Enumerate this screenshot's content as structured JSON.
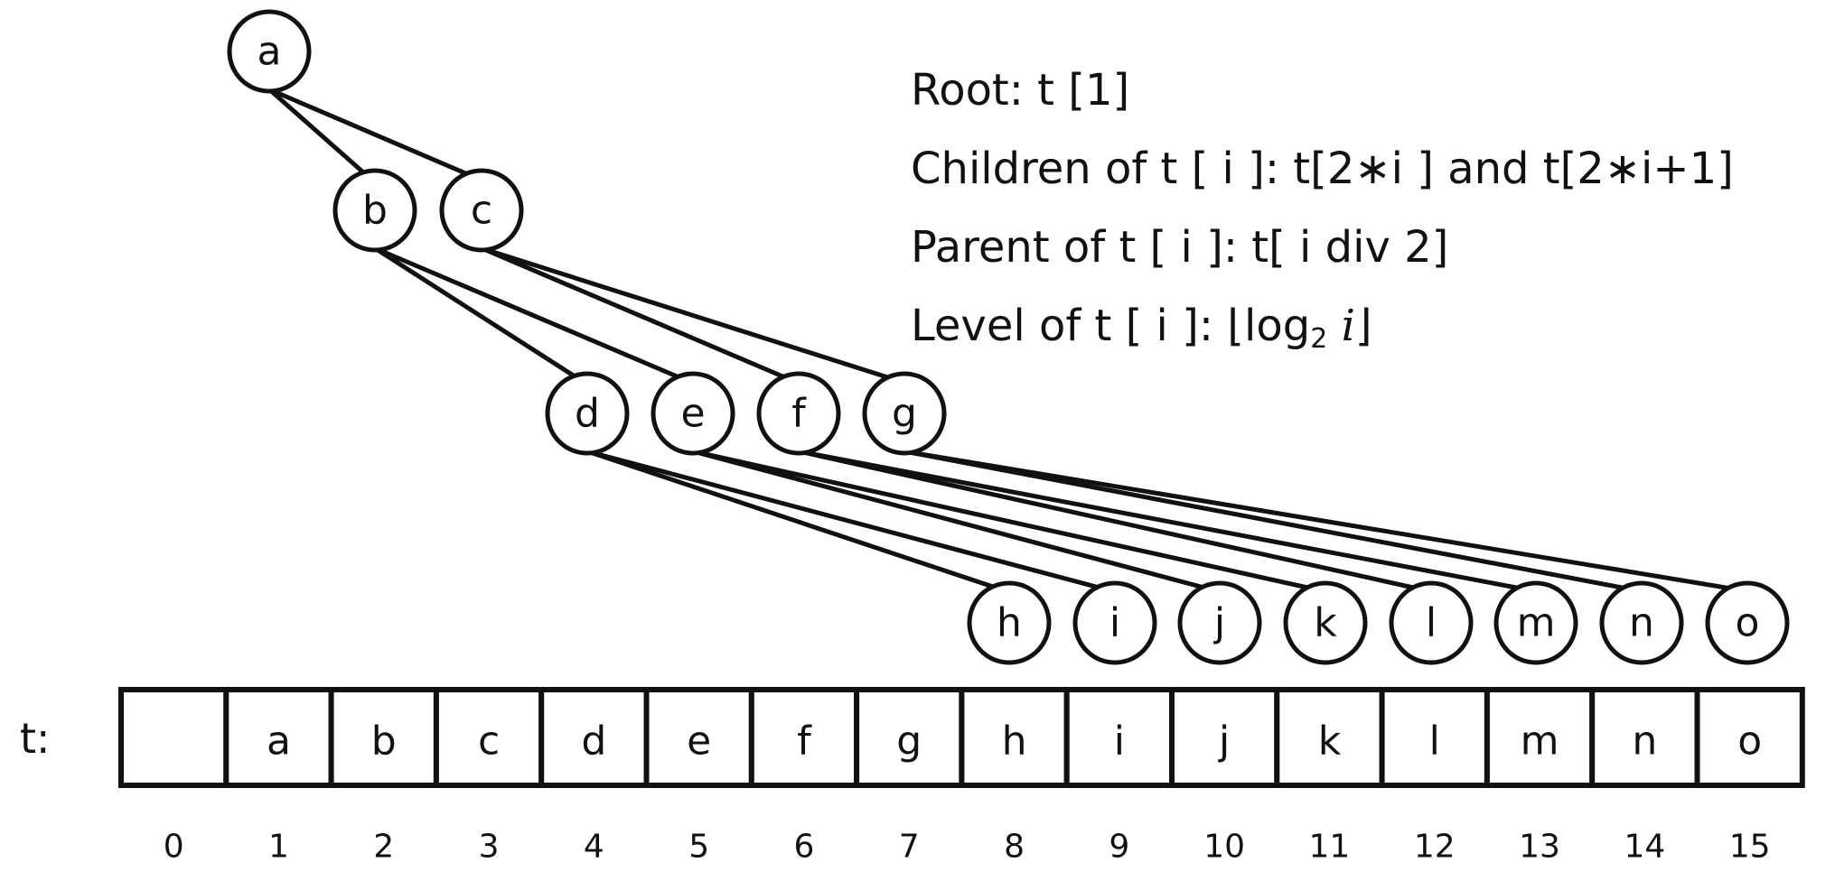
{
  "formulas": {
    "root": "Root:  t [1]",
    "children": "Children of t [ i ]:  t[2∗i ] and t[2∗i+1]",
    "parent": "Parent of t [ i ]:  t[ i  div  2]",
    "level_prefix": "Level of t [ i ]:  ⌊log",
    "level_sub": "2",
    "level_var": "i",
    "level_suffix": "⌋"
  },
  "tree": {
    "nodes": [
      "a",
      "b",
      "c",
      "d",
      "e",
      "f",
      "g",
      "h",
      "i",
      "j",
      "k",
      "l",
      "m",
      "n",
      "o"
    ]
  },
  "array": {
    "name": "t:",
    "cells": [
      "",
      "a",
      "b",
      "c",
      "d",
      "e",
      "f",
      "g",
      "h",
      "i",
      "j",
      "k",
      "l",
      "m",
      "n",
      "o"
    ],
    "indices": [
      "0",
      "1",
      "2",
      "3",
      "4",
      "5",
      "6",
      "7",
      "8",
      "9",
      "10",
      "11",
      "12",
      "13",
      "14",
      "15"
    ]
  },
  "colors": {
    "stroke": "#111111",
    "background": "#ffffff"
  }
}
